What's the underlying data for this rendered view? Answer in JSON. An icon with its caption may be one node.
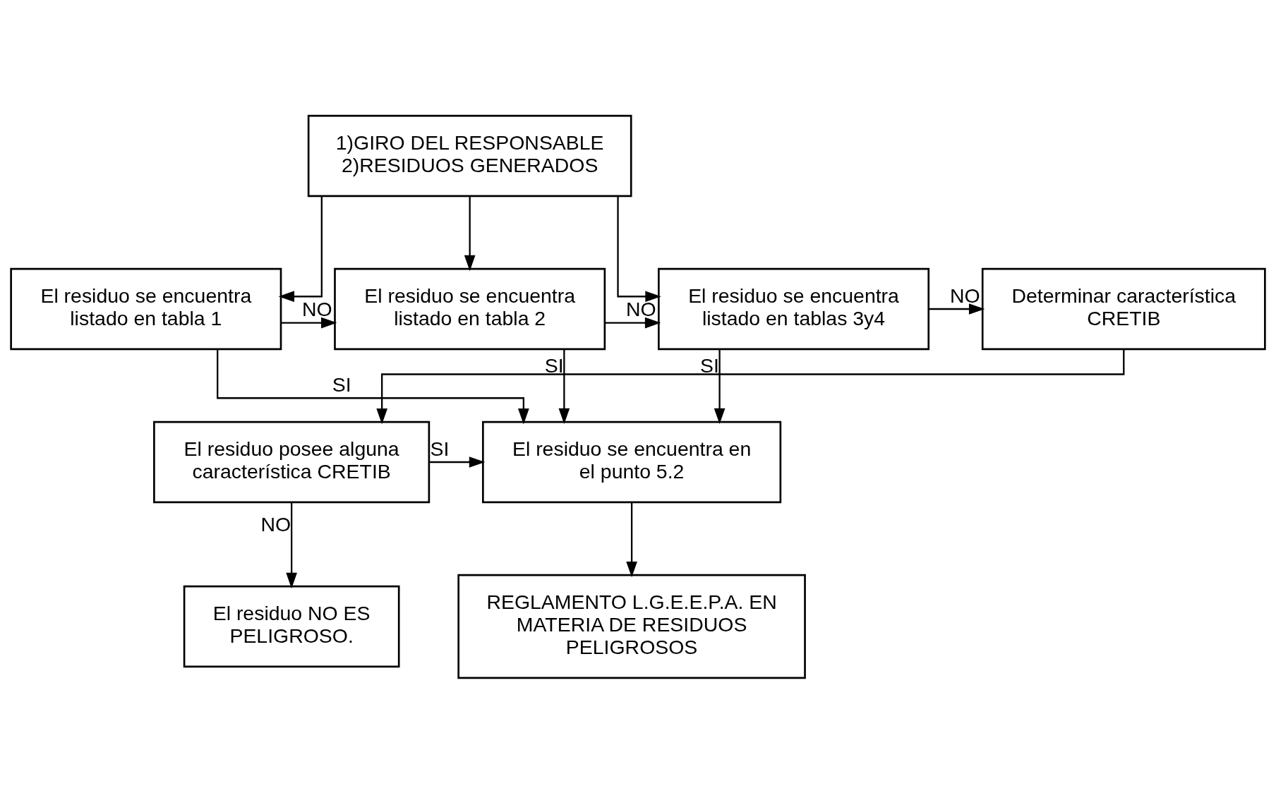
{
  "diagram": {
    "nodes": [
      {
        "text": [
          "1)GIRO DEL RESPONSABLE",
          "2)RESIDUOS GENERADOS"
        ]
      },
      {
        "text": [
          "El residuo se encuentra listado en tabla 1"
        ]
      },
      {
        "text": [
          "El residuo se encuentra listado en tabla 2"
        ]
      },
      {
        "text": [
          "El residuo se encuentra listado en tablas 3y4"
        ]
      },
      {
        "text": [
          "Determinar característica CRETIB"
        ]
      },
      {
        "text": [
          "El residuo se encuentra en el punto 5.2"
        ]
      },
      {
        "text": [
          "El residuo posee alguna característica CRETIB"
        ]
      },
      {
        "text": [
          "REGLAMENTO L.G.E.E.P.A. EN MATERIA DE RESIDUOS PELIGROSOS"
        ]
      },
      {
        "text": [
          "El residuo NO ES PELIGROSO."
        ]
      }
    ],
    "edges": [
      {
        "from": 0,
        "to": 1,
        "arrow": "to"
      },
      {
        "from": 0,
        "to": 2,
        "arrow": "to"
      },
      {
        "from": 0,
        "to": 3,
        "arrow": "to"
      },
      {
        "from": 1,
        "to": 2,
        "arrow": "to",
        "label": "NO"
      },
      {
        "from": 2,
        "to": 3,
        "arrow": "to",
        "label": "NO"
      },
      {
        "from": 3,
        "to": 4,
        "arrow": "to",
        "label": "NO"
      },
      {
        "from": 1,
        "to": 5,
        "arrow": "to",
        "label": "SI"
      },
      {
        "from": 2,
        "to": 5,
        "arrow": "to",
        "label": "SI"
      },
      {
        "from": 3,
        "to": 5,
        "arrow": "to",
        "label": "SI"
      },
      {
        "from": 4,
        "to": 6,
        "arrow": "to"
      },
      {
        "from": 6,
        "to": 5,
        "arrow": "to",
        "label": "SI"
      },
      {
        "from": 5,
        "to": 7,
        "arrow": "to"
      },
      {
        "from": 6,
        "to": 8,
        "arrow": "to",
        "label": "NO"
      }
    ]
  }
}
